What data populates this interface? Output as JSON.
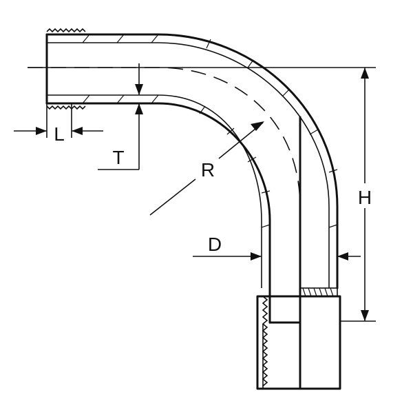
{
  "diagram": {
    "labels": {
      "length": "L",
      "thickness": "T",
      "radius": "R",
      "diameter": "D",
      "height": "H"
    },
    "colors": {
      "line": "#111111",
      "background": "#ffffff"
    }
  }
}
